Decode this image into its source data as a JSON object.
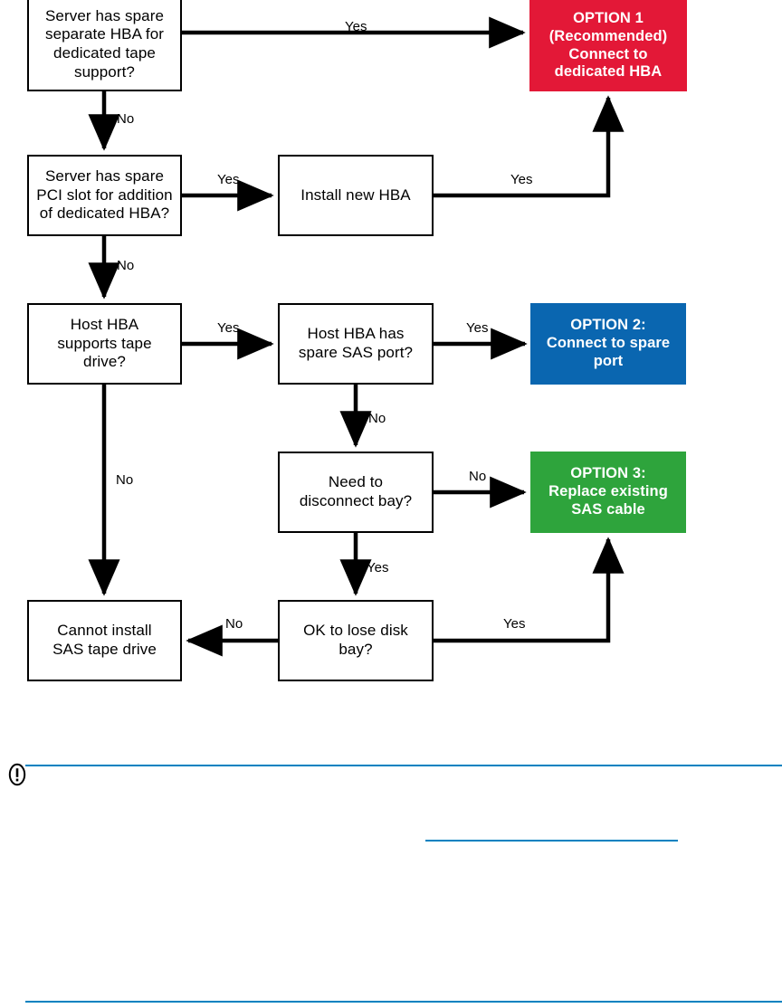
{
  "diagram": {
    "type": "flowchart",
    "title": "SAS tape drive connection decision flowchart",
    "colors": {
      "option1_red": "#e31837",
      "option2_blue": "#0a66b0",
      "option3_green": "#2ea43c",
      "box_border": "#000000",
      "box_fill": "#ffffff",
      "connector": "#000000",
      "rule_blue": "#0082c0"
    },
    "nodes": [
      {
        "id": "n1",
        "kind": "decision",
        "text": "Server has spare\nseparate HBA for\ndedicated tape\nsupport?"
      },
      {
        "id": "n2",
        "kind": "decision",
        "text": "Server has spare\nPCI slot for addition\nof dedicated HBA?"
      },
      {
        "id": "n3",
        "kind": "process",
        "text": "Install new HBA"
      },
      {
        "id": "n4",
        "kind": "decision",
        "text": "Host HBA\nsupports tape\ndrive?"
      },
      {
        "id": "n5",
        "kind": "decision",
        "text": "Host HBA has\nspare SAS port?"
      },
      {
        "id": "n6",
        "kind": "decision",
        "text": "Need to\ndisconnect bay?"
      },
      {
        "id": "n7",
        "kind": "process",
        "text": "Cannot install\nSAS tape drive"
      },
      {
        "id": "n8",
        "kind": "decision",
        "text": "OK to lose disk\nbay?"
      },
      {
        "id": "opt1",
        "kind": "option",
        "text": "OPTION 1\n(Recommended)\nConnect to\ndedicated HBA",
        "color": "#e31837"
      },
      {
        "id": "opt2",
        "kind": "option",
        "text": "OPTION 2:\nConnect to spare\nport",
        "color": "#0a66b0"
      },
      {
        "id": "opt3",
        "kind": "option",
        "text": "OPTION 3:\nReplace existing\nSAS cable",
        "color": "#2ea43c"
      }
    ],
    "edges": [
      {
        "id": "e1",
        "from": "n1",
        "to": "opt1",
        "label": "Yes"
      },
      {
        "id": "e2",
        "from": "n1",
        "to": "n2",
        "label": "No"
      },
      {
        "id": "e3",
        "from": "n2",
        "to": "n3",
        "label": "Yes"
      },
      {
        "id": "e4",
        "from": "n3",
        "to": "opt1",
        "label": "Yes"
      },
      {
        "id": "e5",
        "from": "n2",
        "to": "n4",
        "label": "No"
      },
      {
        "id": "e6",
        "from": "n4",
        "to": "n5",
        "label": "Yes"
      },
      {
        "id": "e7",
        "from": "n5",
        "to": "opt2",
        "label": "Yes"
      },
      {
        "id": "e8",
        "from": "n5",
        "to": "n6",
        "label": "No"
      },
      {
        "id": "e9",
        "from": "n6",
        "to": "opt3",
        "label": "No"
      },
      {
        "id": "e10",
        "from": "n4",
        "to": "n7",
        "label": "No"
      },
      {
        "id": "e11",
        "from": "n6",
        "to": "n8",
        "label": "Yes"
      },
      {
        "id": "e12",
        "from": "n8",
        "to": "n7",
        "label": "No"
      },
      {
        "id": "e13",
        "from": "n8",
        "to": "opt3",
        "label": "Yes"
      }
    ]
  },
  "note": {
    "icon": "caution-icon",
    "text": ""
  }
}
